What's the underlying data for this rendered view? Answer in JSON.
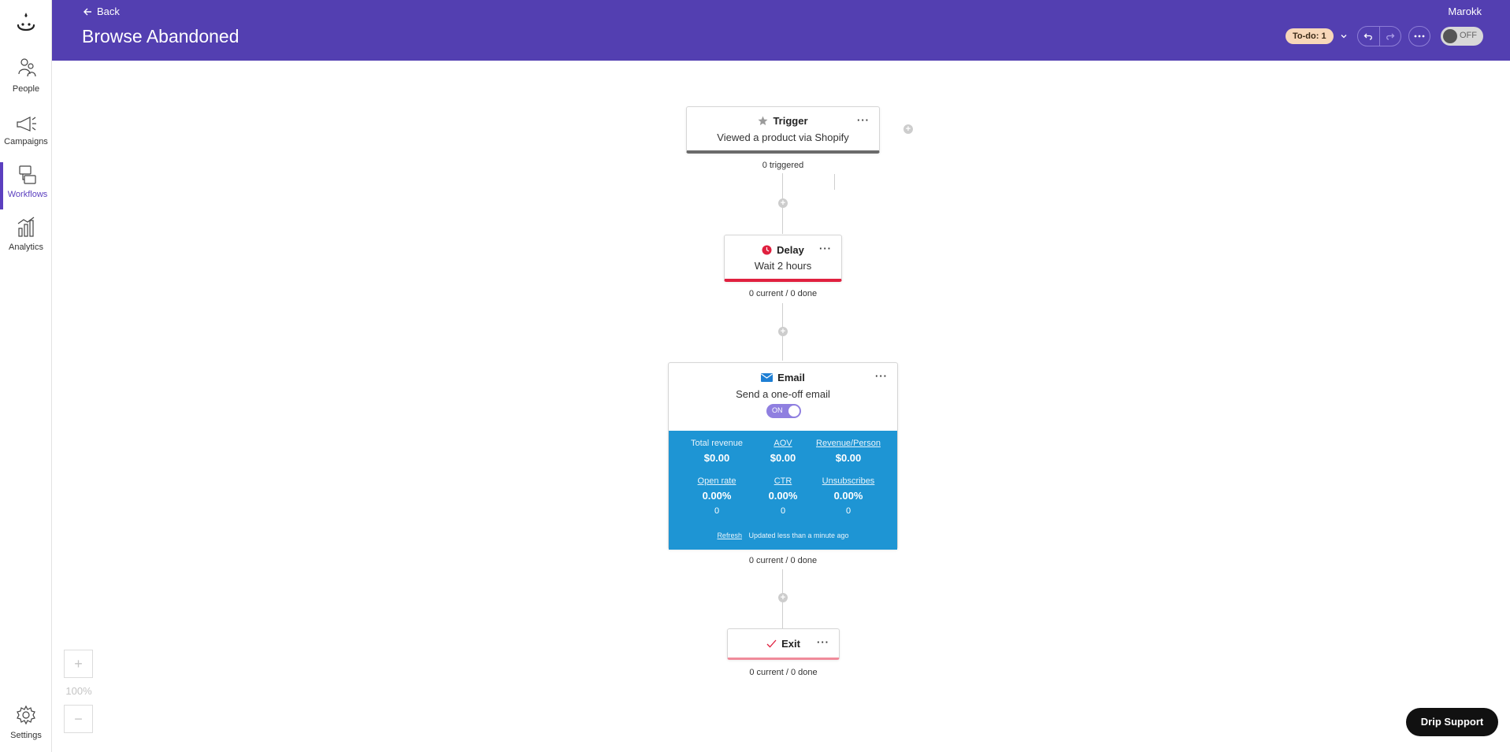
{
  "header": {
    "back_label": "Back",
    "title": "Browse Abandoned",
    "user_name": "Marokk",
    "todo_label": "To-do: 1",
    "more_label": "···",
    "toggle_label": "OFF",
    "bg_color": "#533fb1"
  },
  "sidebar": {
    "items": [
      {
        "label": "People",
        "icon": "people-icon"
      },
      {
        "label": "Campaigns",
        "icon": "megaphone-icon"
      },
      {
        "label": "Workflows",
        "icon": "workflows-icon",
        "active": true
      },
      {
        "label": "Analytics",
        "icon": "analytics-icon"
      }
    ],
    "settings_label": "Settings",
    "active_color": "#5b3fbf"
  },
  "workflow": {
    "trigger": {
      "title": "Trigger",
      "subtitle": "Viewed a product via Shopify",
      "menu": "···",
      "stats": "0 triggered"
    },
    "delay": {
      "title": "Delay",
      "subtitle": "Wait 2 hours",
      "menu": "···",
      "stats": "0 current / 0 done",
      "accent": "#e0203f"
    },
    "email": {
      "title": "Email",
      "subtitle": "Send a one-off email",
      "menu": "···",
      "toggle_label": "ON",
      "stats": "0 current / 0 done",
      "panel_color": "#1e95d4",
      "metrics": [
        {
          "label": "Total revenue",
          "value": "$0.00"
        },
        {
          "label": "AOV",
          "value": "$0.00"
        },
        {
          "label": "Revenue/Person",
          "value": "$0.00"
        },
        {
          "label": "Open rate",
          "value": "0.00%",
          "count": "0"
        },
        {
          "label": "CTR",
          "value": "0.00%",
          "count": "0"
        },
        {
          "label": "Unsubscribes",
          "value": "0.00%",
          "count": "0"
        }
      ],
      "refresh_label": "Refresh",
      "updated_text": "Updated less than a minute ago"
    },
    "exit": {
      "title": "Exit",
      "menu": "···",
      "stats": "0 current / 0 done"
    }
  },
  "zoom": {
    "in_label": "+",
    "out_label": "−",
    "level": "100%"
  },
  "support": {
    "label": "Drip Support"
  }
}
